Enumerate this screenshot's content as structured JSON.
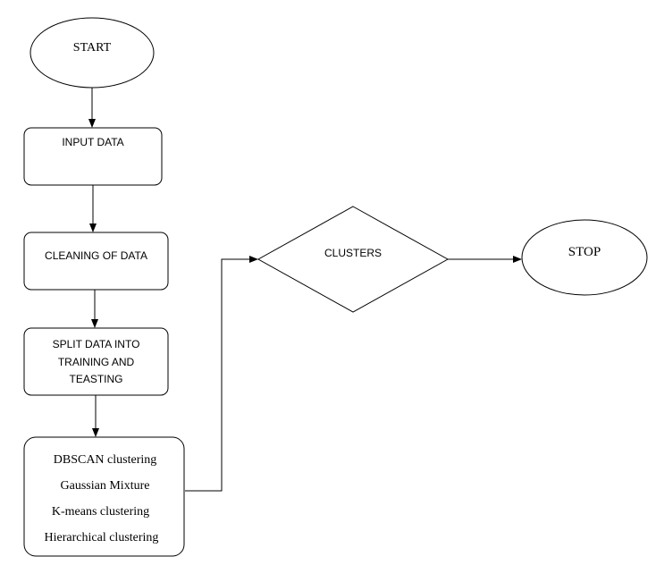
{
  "start_label": "START",
  "input_label": "INPUT DATA",
  "cleaning_label": "CLEANING OF DATA",
  "split_label_lines": [
    "SPLIT DATA INTO",
    "TRAINING AND",
    "TEASTING"
  ],
  "methods": [
    "DBSCAN clustering",
    "Gaussian Mixture",
    "K-means clustering",
    "Hierarchical clustering"
  ],
  "clusters_label": "CLUSTERS",
  "stop_label": "STOP"
}
